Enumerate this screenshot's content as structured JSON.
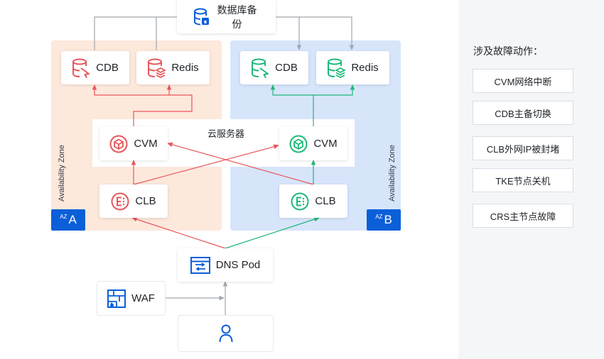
{
  "backup": {
    "label": "数据库备份"
  },
  "zone_a": {
    "vertical_label": "Availability Zone",
    "badge_small": "AZ",
    "badge_letter": "A",
    "color": "#fde8dc",
    "accent": "#e8575a",
    "cdb_label": "CDB",
    "redis_label": "Redis",
    "cvm_label": "CVM",
    "clb_label": "CLB"
  },
  "zone_b": {
    "vertical_label": "Availability Zone",
    "badge_small": "AZ",
    "badge_letter": "B",
    "color": "#d7e5fb",
    "accent": "#20b87a",
    "cdb_label": "CDB",
    "redis_label": "Redis",
    "cvm_label": "CVM",
    "clb_label": "CLB"
  },
  "cloud_server": {
    "label": "云服务器"
  },
  "dns": {
    "label": "DNS Pod"
  },
  "waf": {
    "label": "WAF"
  },
  "user": {
    "icon": "user-icon"
  },
  "side_panel": {
    "title": "涉及故障动作：",
    "items": [
      "CVM网络中断",
      "CDB主备切换",
      "CLB外网IP被封堵",
      "TKE节点关机",
      "CRS主节点故障"
    ]
  },
  "colors": {
    "blue": "#0b5fd9",
    "red": "#e8575a",
    "green": "#20b87a",
    "gray": "#a0a6ae"
  }
}
